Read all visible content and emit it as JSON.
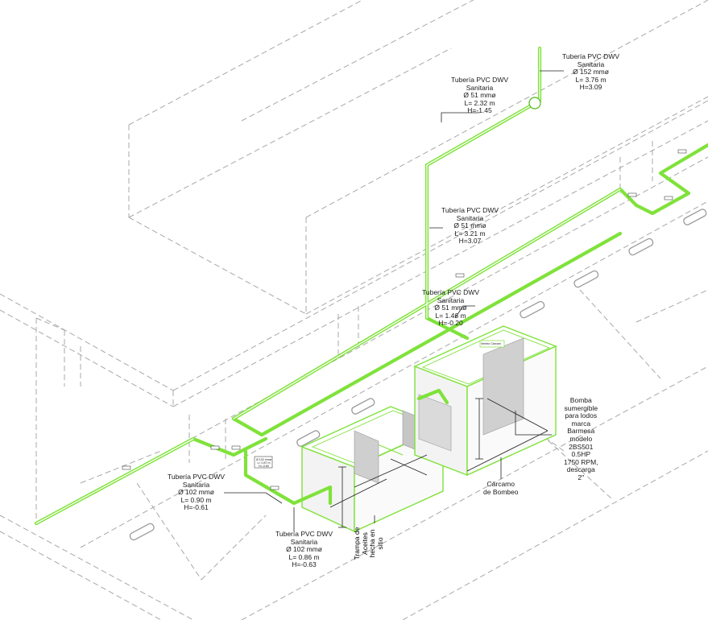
{
  "labels": {
    "pipe_top": [
      "Tubería PVC DWV",
      "Sanitaria",
      "Ø 152 mmø",
      "L= 3.76 m",
      "H=3.09"
    ],
    "pipe_a": [
      "Tubería PVC DWV",
      "Sanitaria",
      "Ø 51 mmø",
      "L= 2.32 m",
      "H=-1.45"
    ],
    "pipe_b": [
      "Tubería PVC DWV",
      "Sanitaria",
      "Ø 51 mmø",
      "L= 3.21 m",
      "H=3.07"
    ],
    "pipe_c": [
      "Tubería PVC DWV",
      "Sanitaria",
      "Ø 51 mmø",
      "L= 1.46 m",
      "H=-0.20"
    ],
    "pipe_d": [
      "Tubería PVC DWV",
      "Sanitaria",
      "Ø 102 mmø",
      "L= 0.90 m",
      "H=-0.61"
    ],
    "pipe_e": [
      "Tubería PVC DWV",
      "Sanitaria",
      "Ø 102 mmø",
      "L= 0.86 m",
      "H=-0.63"
    ],
    "pump": [
      "Bomba",
      "sumergible",
      "para lodos",
      "marca",
      "Barmesa",
      "modelo",
      "2BS501",
      "0.5HP",
      "1750 RPM,",
      "descarga",
      "2\""
    ],
    "carcamo": [
      "Cárcamo",
      "de Bombeo"
    ],
    "trampa": [
      "Trampa de",
      "Aceites",
      "hecha en",
      "sitio"
    ],
    "vent_tag": "Venteo Cárcam",
    "small_tag": [
      "Ø 102 mmø",
      "L= 0.87 m",
      "H=-0.60"
    ]
  },
  "colors": {
    "pipe": "#7fe23a",
    "pipe_dark": "#4fb81a",
    "structure": "#a8a8a8",
    "dim": "#222222"
  }
}
